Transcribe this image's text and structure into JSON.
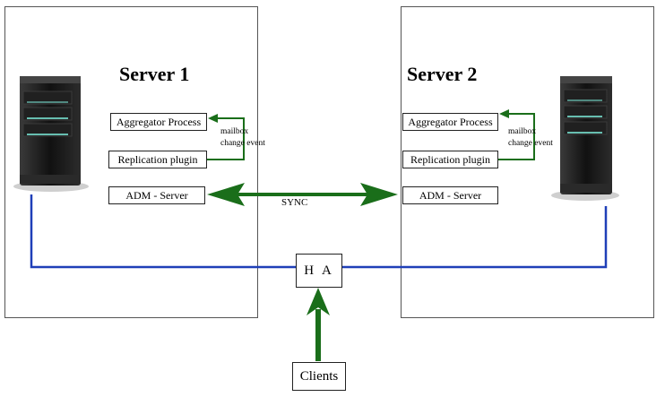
{
  "server1": {
    "title": "Server 1",
    "boxes": {
      "aggregator": "Aggregator Process",
      "replication": "Replication plugin",
      "adm": "ADM - Server"
    },
    "event_label_line1": "mailbox",
    "event_label_line2": "change event"
  },
  "server2": {
    "title": "Server 2",
    "boxes": {
      "aggregator": "Aggregator Process",
      "replication": "Replication plugin",
      "adm": "ADM - Server"
    },
    "event_label_line1": "mailbox",
    "event_label_line2": "change event"
  },
  "sync_label": "SYNC",
  "ha_label": "H A",
  "clients_label": "Clients",
  "colors": {
    "arrow_green": "#1a6e1a",
    "link_blue": "#1f3fb8",
    "tower_dark": "#1b1b1b",
    "tower_led": "#7ff2e0"
  },
  "icons": [
    "server-tower-icon",
    "server-tower-icon"
  ]
}
